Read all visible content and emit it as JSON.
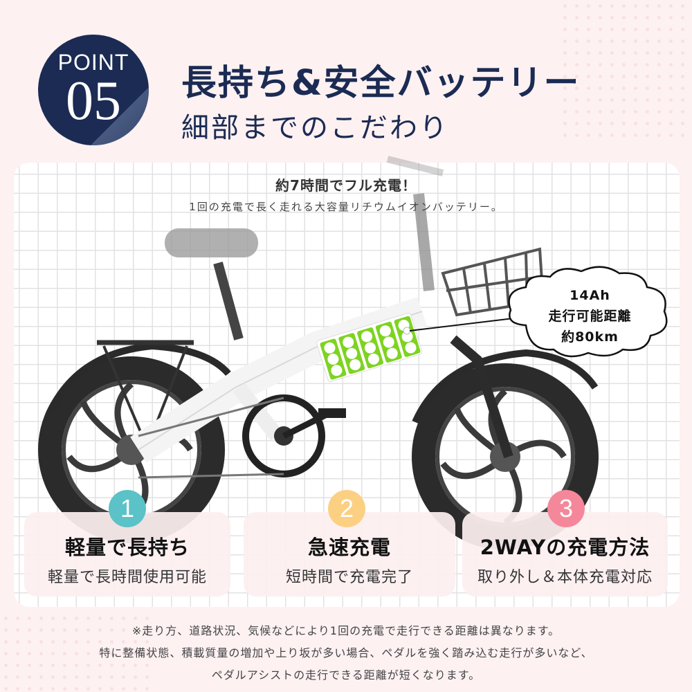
{
  "header": {
    "badge_label": "POINT",
    "badge_number": "05",
    "title": "長持ち&安全バッテリー",
    "subtitle": "細部までのこだわり"
  },
  "hero": {
    "headline": "約7時間でフル充電！",
    "description": "1回の充電で長く走れる大容量リチウムイオンバッテリー。",
    "callout": {
      "line1": "14Ah",
      "line2": "走行可能距離",
      "line3": "約80km"
    },
    "battery_color": "#7ed321"
  },
  "features": [
    {
      "number": "1",
      "title": "軽量で長持ち",
      "subtitle": "軽量で長時間使用可能",
      "color": "#5bc2c7"
    },
    {
      "number": "2",
      "title": "急速充電",
      "subtitle": "短時間で充電完了",
      "color": "#fcd083"
    },
    {
      "number": "3",
      "title": "2WAYの充電方法",
      "subtitle": "取り外し＆本体充電対応",
      "color": "#f4889a"
    }
  ],
  "notes": [
    "※走り方、道路状況、気候などにより1回の充電で走行できる距離は異なります。",
    "特に整備状態、積載質量の増加や上り坂が多い場合、ペダルを強く踏み込む走行が多いなど、",
    "ペダルアシストの走行できる距離が短くなります。"
  ],
  "colors": {
    "navy": "#1b2b53",
    "background": "#fdf1f2"
  }
}
